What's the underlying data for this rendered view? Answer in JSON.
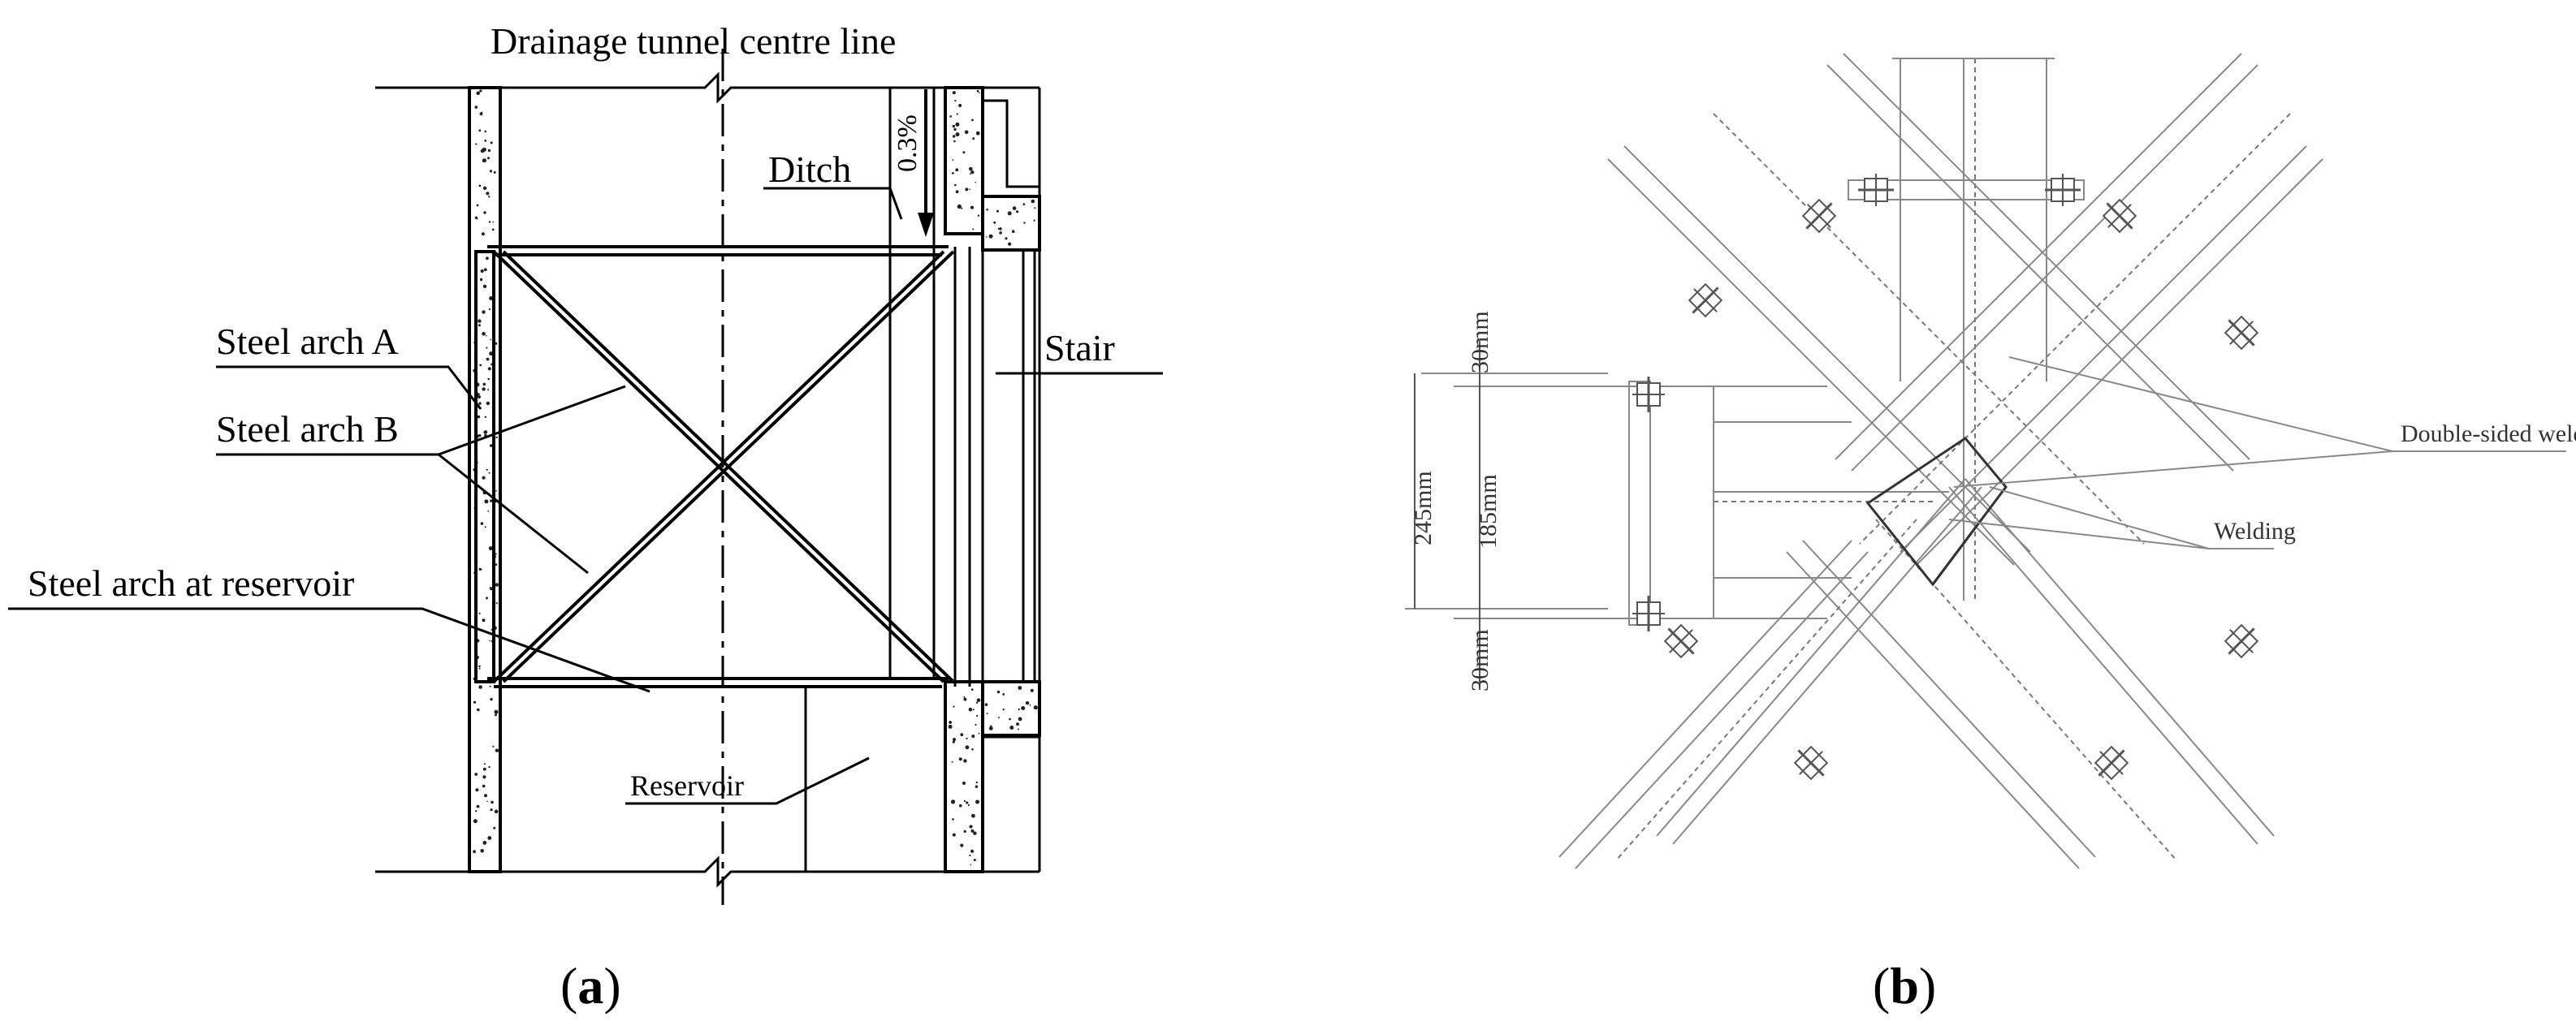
{
  "panel_a": {
    "centre_line_label": "Drainage tunnel centre line",
    "ditch_label": "Ditch",
    "slope_label": "0.3%",
    "steel_arch_a_label": "Steel arch A",
    "steel_arch_b_label": "Steel arch B",
    "steel_arch_reservoir_label": "Steel arch at reservoir",
    "stair_label": "Stair",
    "reservoir_label": "Reservoir",
    "caption_open": "(",
    "caption_letter": "a",
    "caption_close": ")"
  },
  "panel_b": {
    "dim_top": "30mm",
    "dim_total": "245mm",
    "dim_middle": "185mm",
    "dim_bottom": "30mm",
    "double_sided_welding_label": "Double-sided welding",
    "welding_label": "Welding",
    "caption_open": "(",
    "caption_letter": "b",
    "caption_close": ")"
  },
  "colors": {
    "ink": "#000000",
    "light_ink": "#888888",
    "concrete_dot": "#222222"
  }
}
